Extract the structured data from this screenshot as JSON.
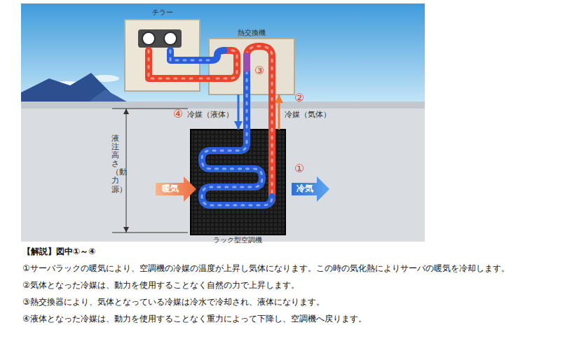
{
  "diagram": {
    "nodes": [
      {
        "text": [
          "チラー"
        ]
      },
      {
        "text": [
          "熱交換機"
        ]
      },
      {
        "text": [
          "ラック型空調機"
        ]
      }
    ],
    "edges": [
      {
        "from": 1,
        "to": 2,
        "arrow": "to",
        "label": "冷媒（液体）"
      },
      {
        "from": 2,
        "to": 1,
        "arrow": "to",
        "label": "冷媒（気体）"
      },
      {
        "from": 0,
        "to": 1,
        "arrow": "none"
      },
      {
        "from": 1,
        "to": 0,
        "arrow": "none"
      }
    ],
    "labels": [
      "③",
      "②",
      "④",
      "液注高さ（動力源）",
      "暖気",
      "①",
      "冷気",
      "【解説】図中①～④",
      "①サーバラックの暖気により、空調機の冷媒の温度が上昇し気体になります。この時の気化熱によりサーバの暖気を冷却します。",
      "②気体となった冷媒は、動力を使用することなく自然の力で上昇します。",
      "③熱交換器により、気体となっている冷媒は冷水で冷却され、液体になります。",
      "④液体となった冷媒は、動力を使用することなく重力によって下降し、空調機へ戻ります。"
    ]
  }
}
